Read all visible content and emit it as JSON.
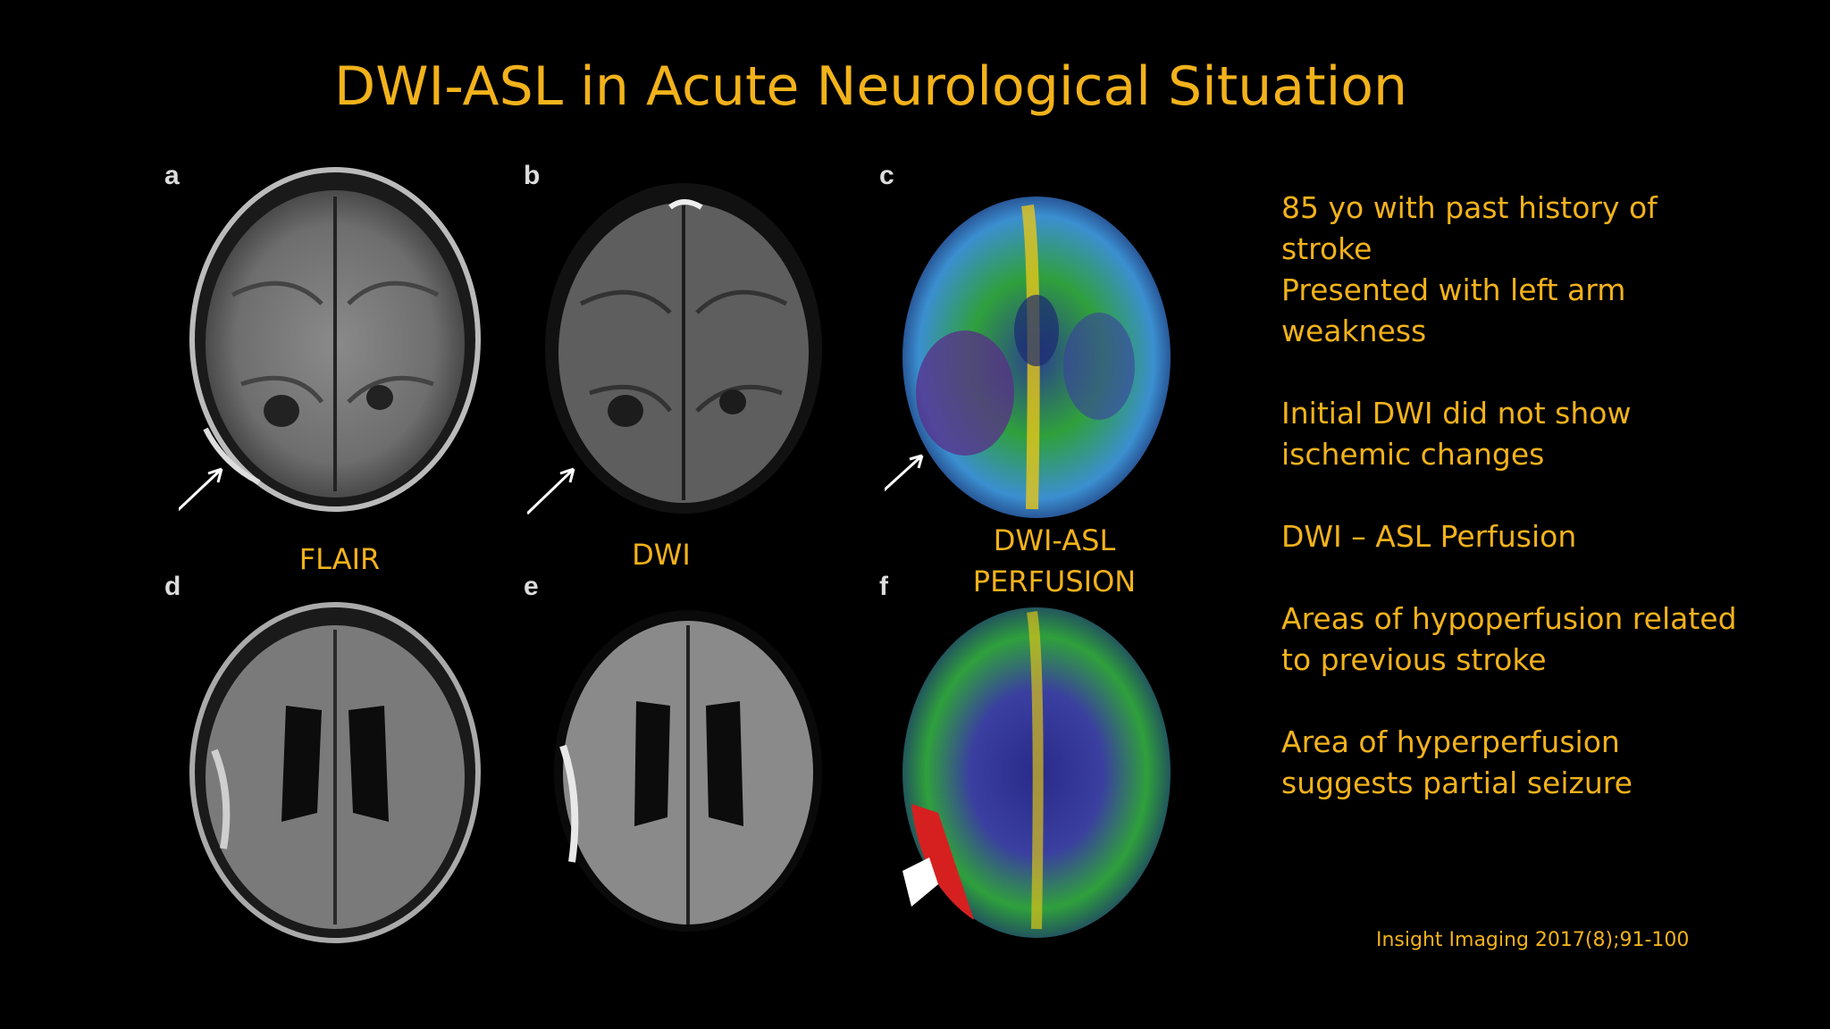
{
  "title": "DWI-ASL in Acute Neurological Situation",
  "panels": {
    "a": "a",
    "b": "b",
    "c": "c",
    "d": "d",
    "e": "e",
    "f": "f"
  },
  "captions": {
    "flair": "FLAIR",
    "dwi": "DWI",
    "asl_line1": "DWI-ASL",
    "asl_line2": "PERFUSION"
  },
  "notes": [
    {
      "lines": [
        "85 yo with past history of",
        "stroke",
        "Presented with left arm",
        "weakness"
      ]
    },
    {
      "lines": [
        "Initial DWI did not show",
        "ischemic changes"
      ]
    },
    {
      "lines": [
        "DWI – ASL Perfusion"
      ]
    },
    {
      "lines": [
        "Areas of hypoperfusion related",
        "to previous stroke"
      ]
    },
    {
      "lines": [
        "Area of hyperperfusion",
        "suggests partial seizure"
      ]
    }
  ],
  "citation": "Insight Imaging 2017(8);91-100",
  "colors": {
    "accent": "#f2b21b",
    "background": "#000000"
  }
}
